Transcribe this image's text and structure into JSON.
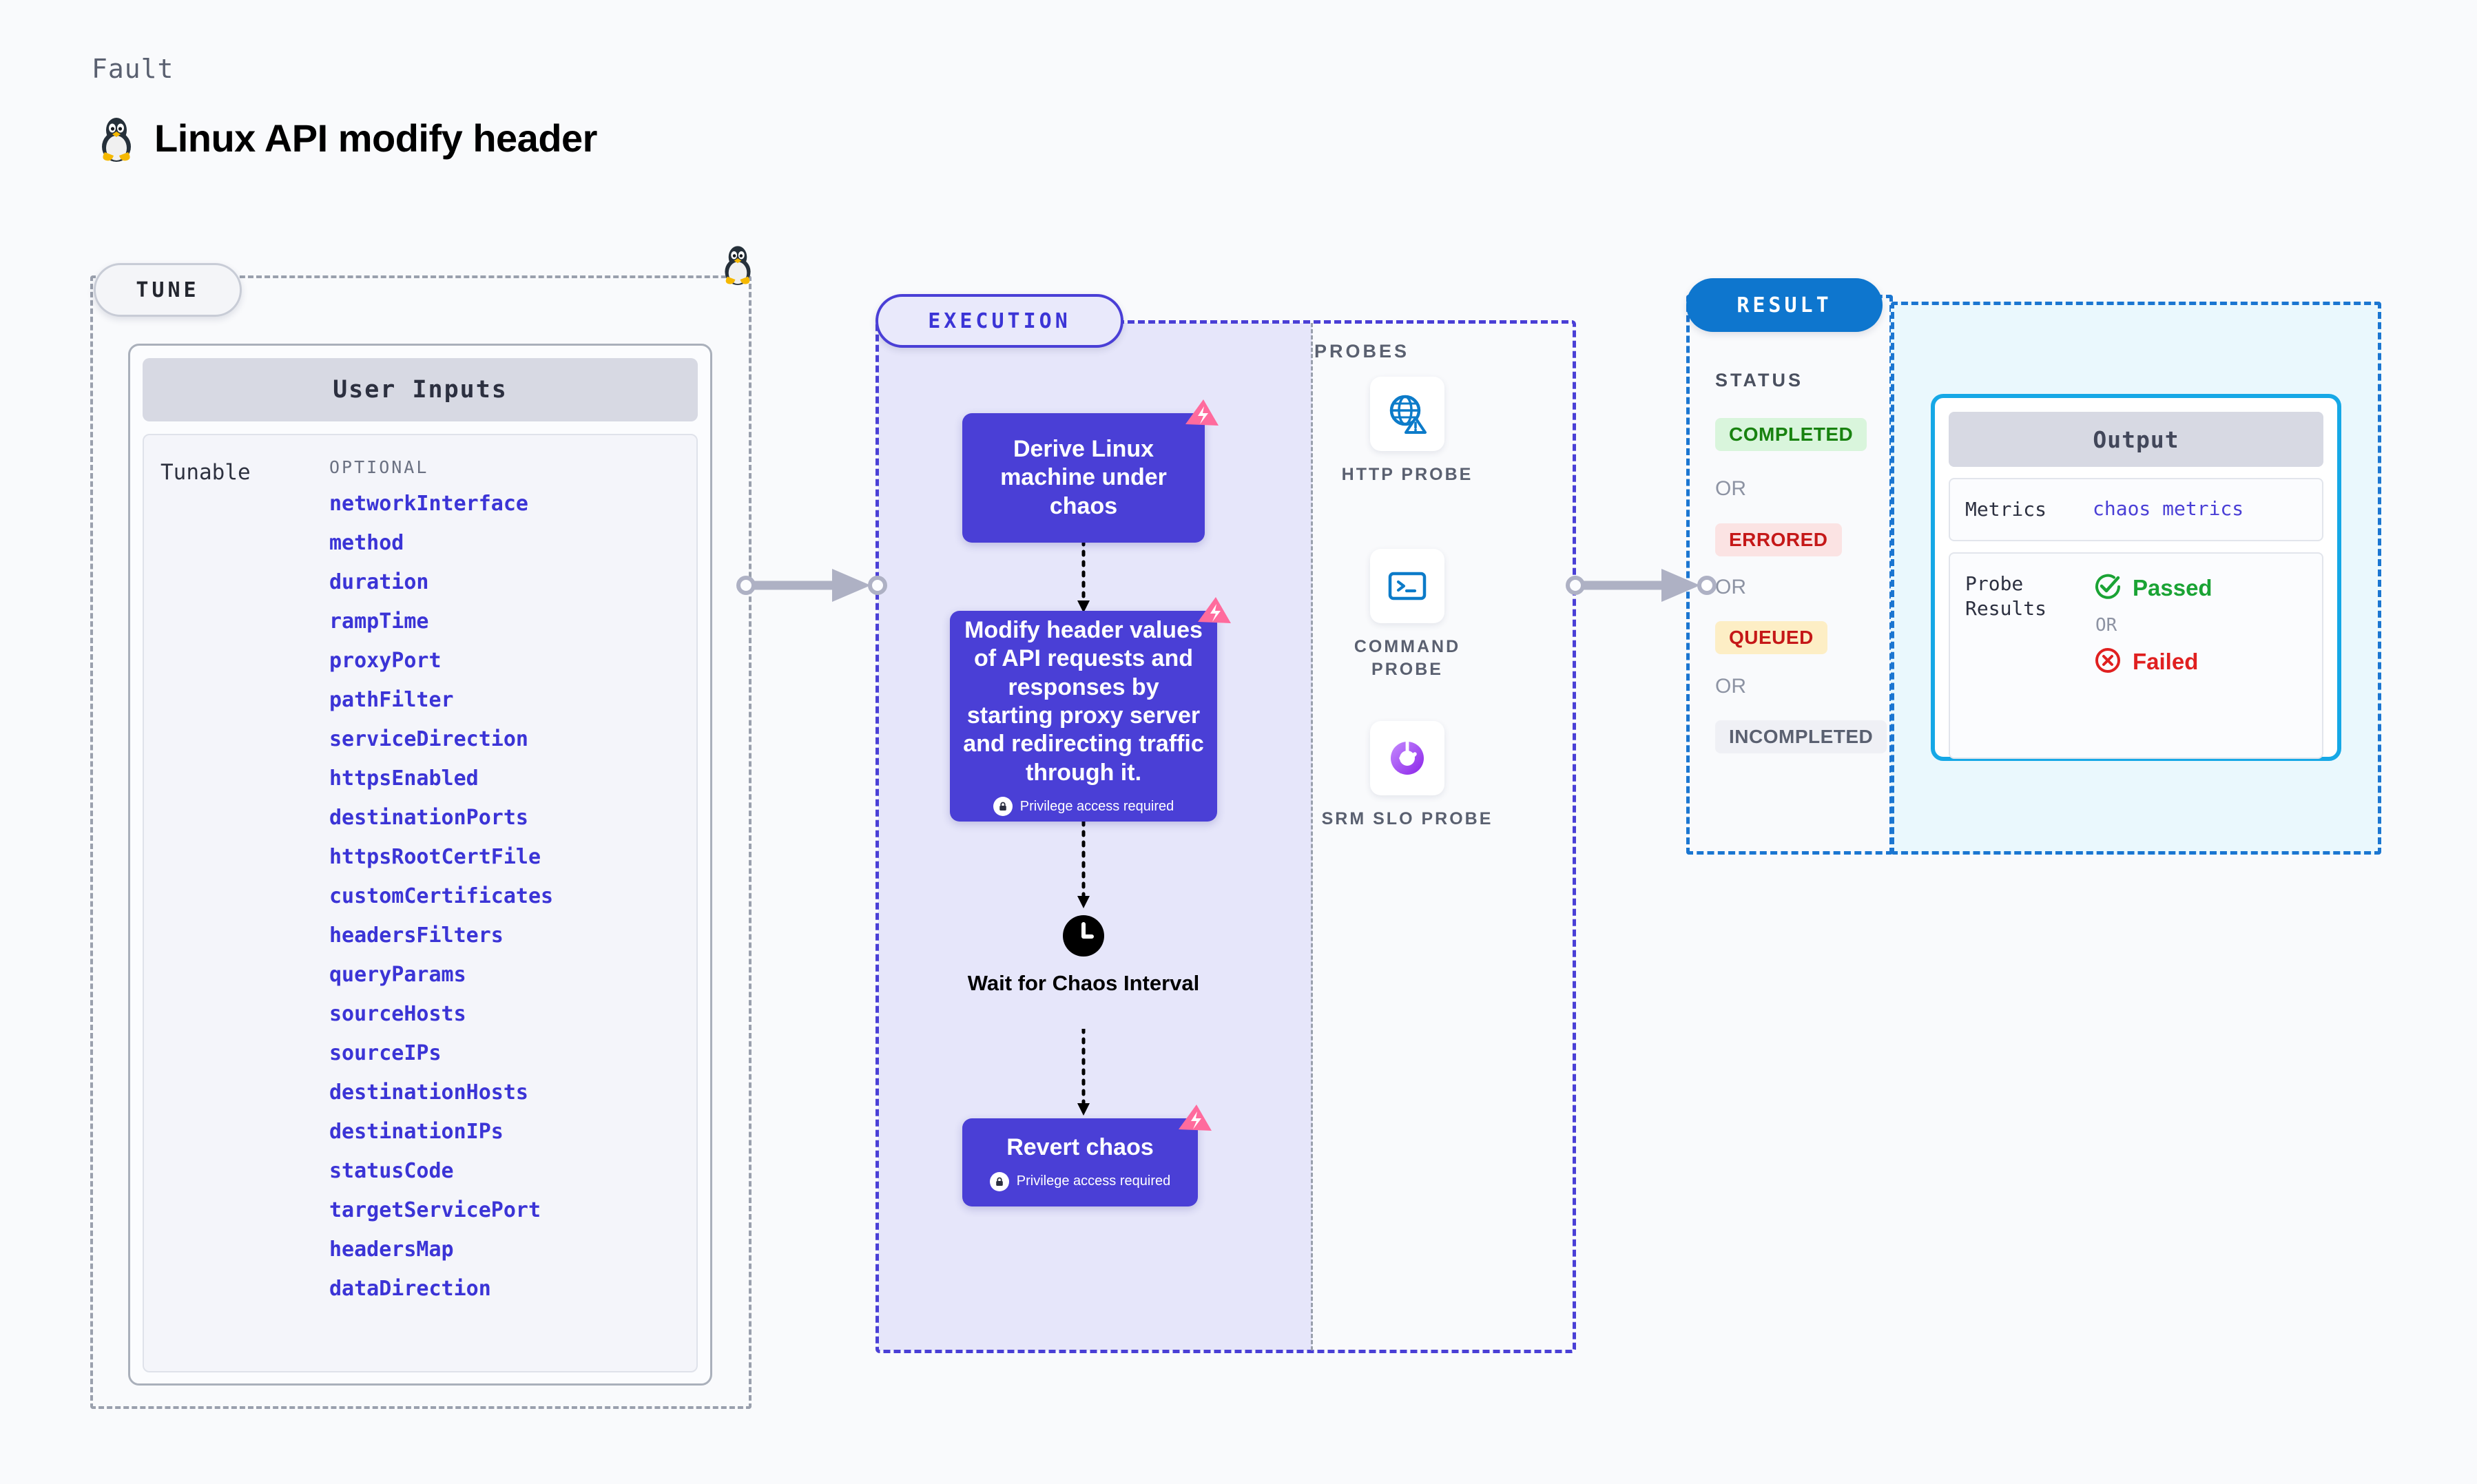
{
  "header": {
    "fault_label": "Fault",
    "title": "Linux API modify header",
    "os_icon": "linux-penguin-icon"
  },
  "tune": {
    "pill_label": "TUNE",
    "card_header": "User Inputs",
    "group_label": "Tunable",
    "optional_label": "OPTIONAL",
    "params": [
      "networkInterface",
      "method",
      "duration",
      "rampTime",
      "proxyPort",
      "pathFilter",
      "serviceDirection",
      "httpsEnabled",
      "destinationPorts",
      "httpsRootCertFile",
      "customCertificates",
      "headersFilters",
      "queryParams",
      "sourceHosts",
      "sourceIPs",
      "destinationHosts",
      "destinationIPs",
      "statusCode",
      "targetServicePort",
      "headersMap",
      "dataDirection"
    ]
  },
  "execution": {
    "pill_label": "EXECUTION",
    "nodes": [
      {
        "id": "derive",
        "text": "Derive Linux machine under chaos",
        "privilege": null,
        "fault_marker": true
      },
      {
        "id": "modify",
        "text": "Modify header values of API requests and responses by starting proxy server and redirecting traffic through it.",
        "privilege": "Privilege access required",
        "fault_marker": true
      },
      {
        "id": "revert",
        "text": "Revert chaos",
        "privilege": "Privilege access required",
        "fault_marker": true
      }
    ],
    "wait_label": "Wait for Chaos Interval",
    "wait_icon": "clock-icon"
  },
  "probes": {
    "section_label": "PROBES",
    "items": [
      {
        "caption": "HTTP PROBE",
        "icon": "globe-warning-icon"
      },
      {
        "caption": "COMMAND PROBE",
        "icon": "terminal-icon"
      },
      {
        "caption": "SRM SLO PROBE",
        "icon": "slo-donut-check-icon"
      }
    ]
  },
  "result": {
    "pill_label": "RESULT",
    "status_label": "STATUS",
    "or_label": "OR",
    "statuses": [
      {
        "label": "COMPLETED",
        "bg": "#d9f5dc",
        "fg": "#18820f"
      },
      {
        "label": "ERRORED",
        "bg": "#fbe3e3",
        "fg": "#c51818"
      },
      {
        "label": "QUEUED",
        "bg": "#fdeec5",
        "fg": "#c51818"
      },
      {
        "label": "INCOMPLETED",
        "bg": "#eff0f5",
        "fg": "#5a6070"
      }
    ]
  },
  "output": {
    "card_header": "Output",
    "metrics_key": "Metrics",
    "metrics_value": "chaos metrics",
    "probe_results_key": "Probe Results",
    "passed_label": "Passed",
    "failed_label": "Failed",
    "or_label": "OR",
    "passed_icon": "check-circle-icon",
    "failed_icon": "x-circle-icon"
  },
  "colors": {
    "accent_purple": "#4a3fd6",
    "accent_blue": "#0e76ce",
    "accent_cyan": "#16a8e6",
    "fault_pink": "#ff6b9d",
    "param_blue": "#3b34d6",
    "exec_fill": "#e6e6fa",
    "output_fill": "#eaf8fd",
    "page_bg": "#f9fafc"
  }
}
